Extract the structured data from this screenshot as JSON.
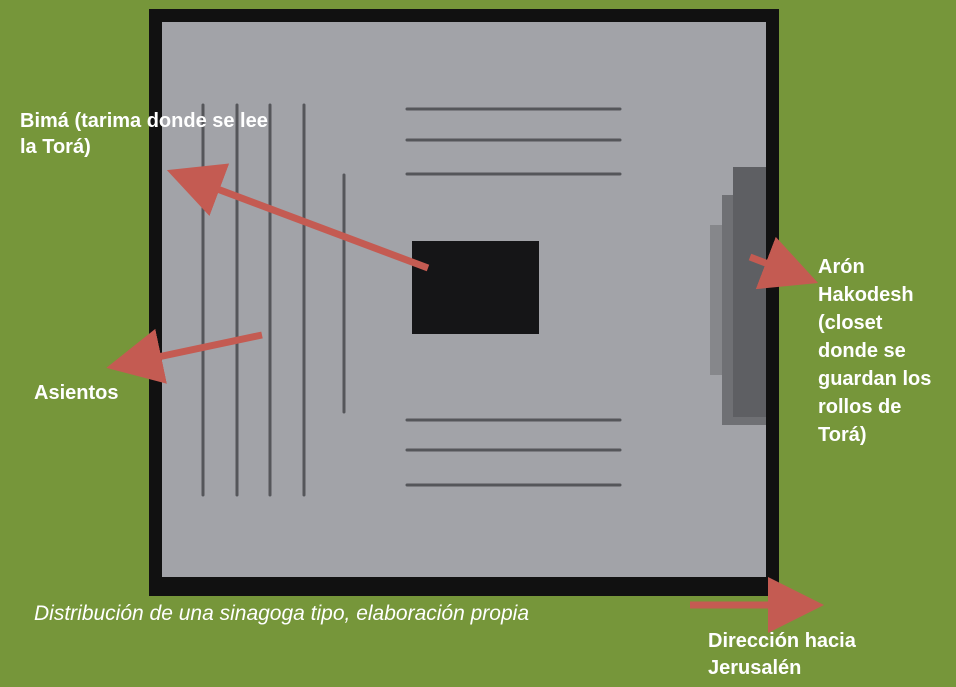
{
  "labels": {
    "bima": "Bimá (tarima donde se lee la Torá)",
    "asientos": "Asientos",
    "aron": [
      "Arón",
      "Hakodesh",
      "(closet",
      "donde se",
      "guardan los",
      "rollos de",
      "Torá)"
    ],
    "direccion": [
      "Dirección hacia",
      "Jerusalén"
    ]
  },
  "caption": "Distribución de una sinagoga tipo, elaboración propia",
  "colors": {
    "background": "#76963a",
    "floor": "#a2a3a8",
    "wall": "#111111",
    "bima_block": "#151517",
    "arrow": "#c45b52",
    "seat_line": "#55565a",
    "ark_dark": "#5e5f63",
    "ark_mid": "#86878b",
    "text": "#ffffff"
  }
}
